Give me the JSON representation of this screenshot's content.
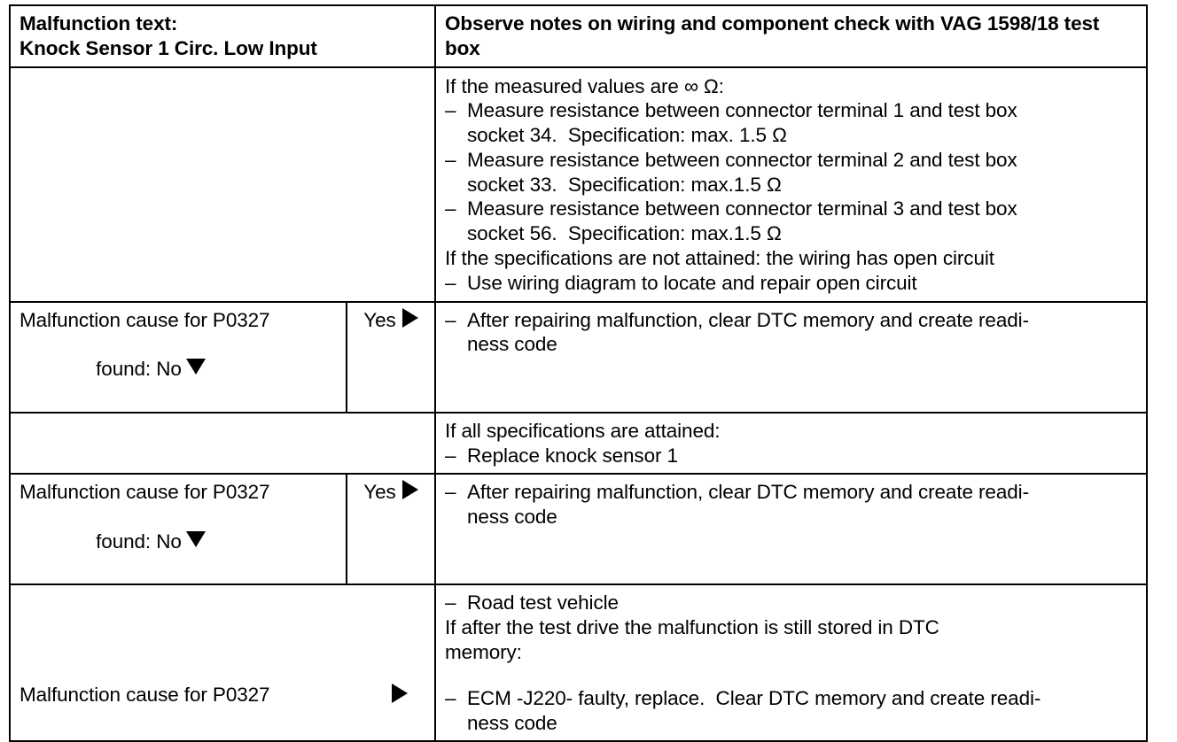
{
  "document": {
    "type": "diagnostic-procedure-table",
    "code": "P0327",
    "columns": {
      "left_header": "Malfunction text:\nKnock Sensor 1 Circ. Low Input",
      "right_header": "Observe notes on wiring and component check with VAG 1598/18 test box"
    }
  },
  "header": {
    "left_line1": "Malfunction text:",
    "left_line2": "Knock Sensor 1 Circ. Low Input",
    "right_text": "Observe notes on wiring and component check with VAG 1598/18 test box"
  },
  "rows": [
    {
      "id": "measure-resistance",
      "left": "",
      "branch": "",
      "right_lines": [
        {
          "style": "plain",
          "text": "If the measured values are ∞ Ω:"
        },
        {
          "style": "dash",
          "text": "Measure resistance between connector terminal 1 and test box"
        },
        {
          "style": "cont",
          "text": "socket 34.  Specification: max. 1.5 Ω"
        },
        {
          "style": "dash",
          "text": "Measure resistance between connector terminal 2 and test box"
        },
        {
          "style": "cont",
          "text": "socket 33.  Specification: max.1.5 Ω"
        },
        {
          "style": "dash",
          "text": "Measure resistance between connector terminal 3 and test box"
        },
        {
          "style": "cont",
          "text": "socket 56.  Specification: max.1.5 Ω"
        },
        {
          "style": "plain",
          "text": "If the specifications are not attained: the wiring has open circuit"
        },
        {
          "style": "dash",
          "text": "Use wiring diagram to locate and repair open circuit"
        }
      ]
    },
    {
      "id": "cause-found-no-1",
      "left_line1": "Malfunction cause for P0327",
      "left_line2": "found: No",
      "left_marker": "triangle-down",
      "branch_label": "Yes",
      "branch_marker": "triangle-right",
      "right_lines": [
        {
          "style": "dash",
          "text": "After repairing malfunction, clear DTC memory and create readi-"
        },
        {
          "style": "cont",
          "text": "ness code"
        }
      ]
    },
    {
      "id": "all-specs-attained",
      "left": "",
      "branch": "",
      "right_lines": [
        {
          "style": "plain",
          "text": "If all specifications are attained:"
        },
        {
          "style": "dash",
          "text": "Replace knock sensor 1"
        }
      ]
    },
    {
      "id": "cause-found-no-2",
      "left_line1": "Malfunction cause for P0327",
      "left_line2": "found: No",
      "left_marker": "triangle-down",
      "branch_label": "Yes",
      "branch_marker": "triangle-right",
      "right_lines": [
        {
          "style": "dash",
          "text": "After repairing malfunction, clear DTC memory and create readi-"
        },
        {
          "style": "cont",
          "text": "ness code"
        }
      ]
    },
    {
      "id": "road-test",
      "left_label": "Malfunction cause for P0327",
      "left_marker": "triangle-right",
      "right_lines": [
        {
          "style": "dash",
          "text": "Road test vehicle"
        },
        {
          "style": "plain",
          "text": "If after the test drive the malfunction is still stored in DTC"
        },
        {
          "style": "plain",
          "text": "memory:"
        },
        {
          "style": "gap",
          "text": ""
        },
        {
          "style": "dash",
          "text": "ECM -J220- faulty, replace.  Clear DTC memory and create readi-"
        },
        {
          "style": "cont",
          "text": "ness code"
        }
      ]
    }
  ],
  "colors": {
    "border": "#000000",
    "text": "#000000",
    "background": "#ffffff"
  }
}
